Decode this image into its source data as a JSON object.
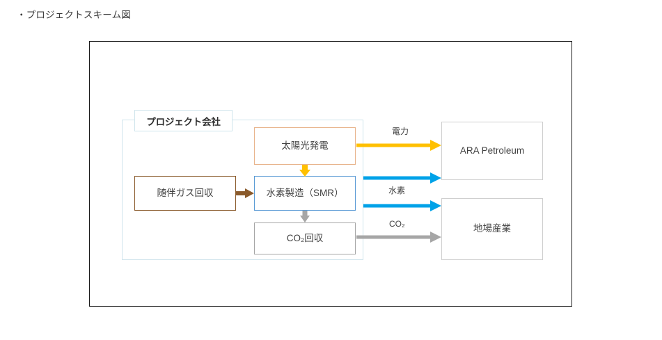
{
  "heading": "・プロジェクトスキーム図",
  "diagram": {
    "type": "flow-diagram",
    "group": {
      "label": "プロジェクト会社",
      "border_color": "#cfe4ec"
    },
    "nodes": [
      {
        "id": "solar",
        "label": "太陽光発電",
        "border_color": "#e8b48c"
      },
      {
        "id": "associated_gas",
        "label": "随伴ガス回収",
        "border_color": "#8a5a2b"
      },
      {
        "id": "smr",
        "label": "水素製造（SMR）",
        "border_color": "#5b9bd5"
      },
      {
        "id": "co2_capture",
        "label": "CO₂回収",
        "border_color": "#a6a6a6"
      },
      {
        "id": "ara_petroleum",
        "label": "ARA Petroleum",
        "border_color": "#cfcfcf"
      },
      {
        "id": "local_industry",
        "label": "地場産業",
        "border_color": "#cfcfcf"
      }
    ],
    "flows": [
      {
        "id": "power",
        "label": "電力",
        "color": "#ffc000",
        "from": "solar",
        "to": "ara_petroleum"
      },
      {
        "id": "hydrogen",
        "label": "水素",
        "color": "#00a2e8",
        "from": "smr",
        "to": "ara_petroleum / 地場産業"
      },
      {
        "id": "co2",
        "label": "CO₂",
        "color": "#a6a6a6",
        "from": "co2_capture",
        "to": "local_industry"
      },
      {
        "id": "gas_feed",
        "label": "",
        "color": "#8a5a2b",
        "from": "associated_gas",
        "to": "smr"
      },
      {
        "id": "solar_power_internal",
        "label": "",
        "color": "#ffc000",
        "from": "solar",
        "to": "smr"
      },
      {
        "id": "smr_co2_internal",
        "label": "",
        "color": "#a6a6a6",
        "from": "smr",
        "to": "co2_capture"
      }
    ],
    "frame_border_color": "#1a1a1a"
  }
}
